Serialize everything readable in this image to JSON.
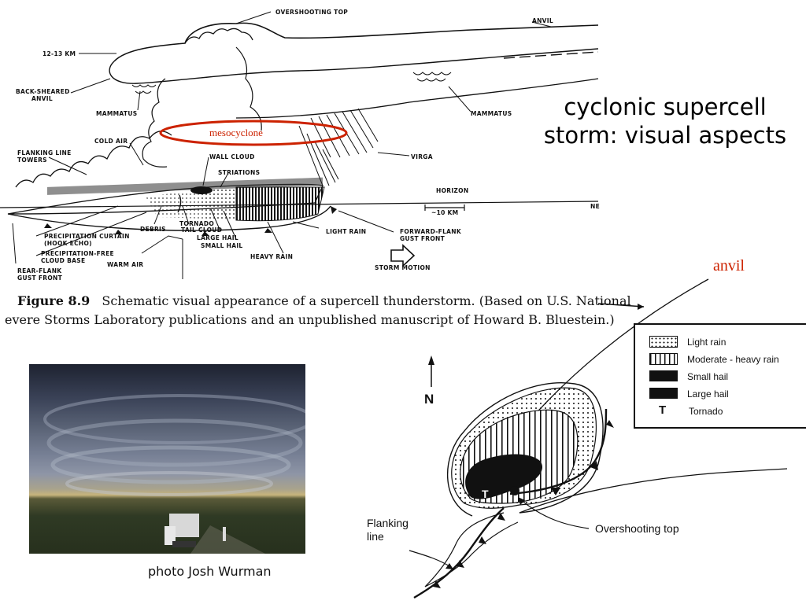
{
  "title": {
    "line1": "cyclonic supercell",
    "line2": "storm: visual aspects"
  },
  "schematic": {
    "labels": {
      "overshooting_top": "OVERSHOOTING TOP",
      "anvil": "ANVIL",
      "height": "12-13 KM",
      "back_sheared_anvil_1": "BACK-SHEARED",
      "back_sheared_anvil_2": "ANVIL",
      "mammatus_left": "MAMMATUS",
      "mammatus_right": "MAMMATUS",
      "cold_air": "COLD AIR",
      "flanking_line_1": "FLANKING LINE",
      "flanking_line_2": "TOWERS",
      "wall_cloud": "WALL CLOUD",
      "striations": "STRIATIONS",
      "virga": "VIRGA",
      "horizon": "HORIZON",
      "scale": "~10 KM",
      "ne": "NE",
      "debris": "DEBRIS",
      "tornado_1": "TORNADO",
      "tornado_2": "TAIL CLOUD",
      "large_hail": "LARGE HAIL",
      "small_hail": "SMALL HAIL",
      "light_rain": "LIGHT RAIN",
      "forward_flank_1": "FORWARD-FLANK",
      "forward_flank_2": "GUST FRONT",
      "precip_curtain_1": "PRECIPITATION CURTAIN",
      "precip_curtain_2": "(HOOK ECHO)",
      "precip_free_1": "PRECIPITATION-FREE",
      "precip_free_2": "CLOUD BASE",
      "warm_air": "WARM AIR",
      "heavy_rain": "HEAVY RAIN",
      "rear_flank_1": "REAR-FLANK",
      "rear_flank_2": "GUST FRONT",
      "storm_motion": "STORM MOTION"
    },
    "mesocyclone": "mesocyclone",
    "figure_caption": {
      "label": "Figure 8.9",
      "line1": "Schematic visual appearance of a supercell thunderstorm. (Based on U.S. National",
      "line2": "evere Storms Laboratory publications and an unpublished manuscript of Howard B. Bluestein.)"
    }
  },
  "photo": {
    "credit": "photo Josh Wurman"
  },
  "plan_view": {
    "anvil_label": "anvil",
    "north": "N",
    "flanking_line_1": "Flanking",
    "flanking_line_2": "line",
    "overshooting_top": "Overshooting top",
    "tornado_marker": "T",
    "legend": [
      {
        "symbol": "dots",
        "label": "Light rain"
      },
      {
        "symbol": "stripes",
        "label": "Moderate - heavy rain"
      },
      {
        "symbol": "solid",
        "label": "Small hail"
      },
      {
        "symbol": "solid",
        "label": "Large hail"
      },
      {
        "symbol": "T",
        "label": "Tornado"
      }
    ]
  },
  "colors": {
    "highlight": "#cc2200",
    "ink": "#111111"
  }
}
